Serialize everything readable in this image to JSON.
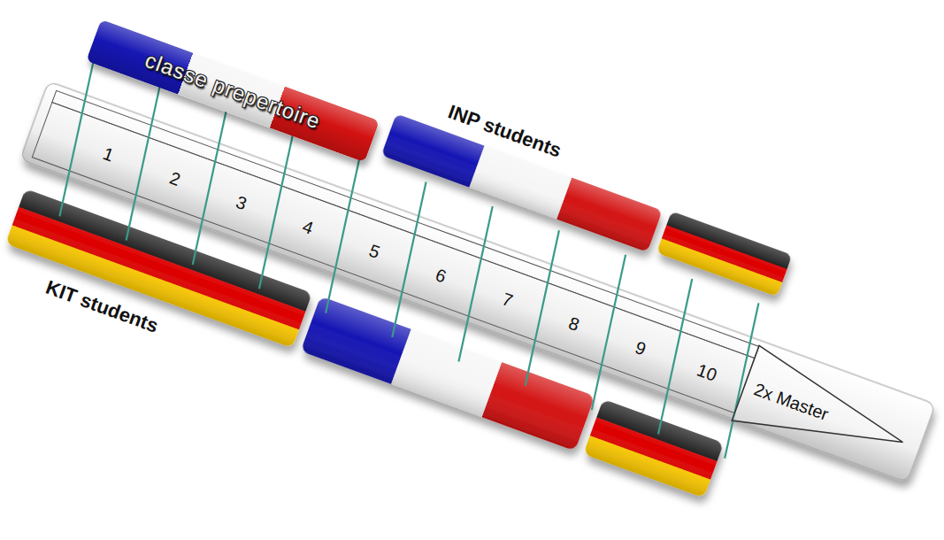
{
  "diagram": {
    "nodes": [
      {
        "text": [
          "classe prepertoire"
        ]
      },
      {
        "text": [
          "2x Master"
        ]
      }
    ],
    "labels": [
      "INP students",
      "KIT students",
      "1",
      "2",
      "3",
      "4",
      "5",
      "6",
      "7",
      "8",
      "9",
      "10"
    ]
  }
}
